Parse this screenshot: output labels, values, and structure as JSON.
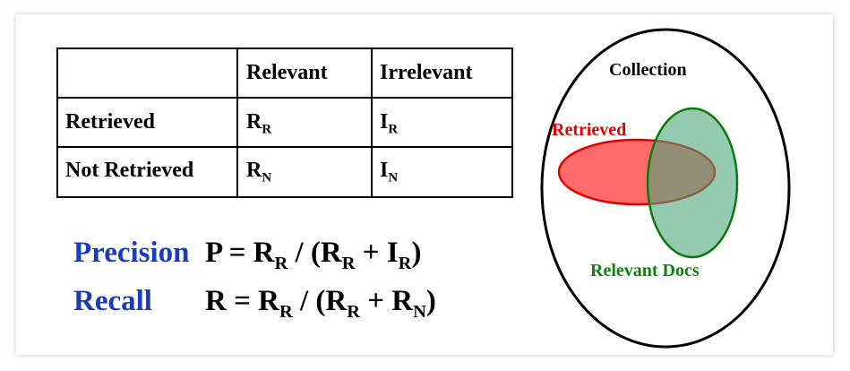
{
  "table": {
    "header": [
      "",
      "Relevant",
      "Irrelevant"
    ],
    "rows": [
      {
        "label": "Retrieved",
        "relevant": {
          "main": "R",
          "sub": "R"
        },
        "irrelevant": {
          "main": "I",
          "sub": "R"
        }
      },
      {
        "label": "Not Retrieved",
        "relevant": {
          "main": "R",
          "sub": "N"
        },
        "irrelevant": {
          "main": "I",
          "sub": "N"
        }
      }
    ]
  },
  "formulas": {
    "precision": {
      "label": "Precision",
      "lhs": "P = R",
      "p1": " / (R",
      "p2": " + I",
      "close": ")",
      "sub1": "R",
      "sub2": "R",
      "sub3": "R"
    },
    "recall": {
      "label": "Recall",
      "lhs": "R = R",
      "p1": " / (R",
      "p2": " + R",
      "close": ")",
      "sub1": "R",
      "sub2": "R",
      "sub3": "N"
    }
  },
  "venn": {
    "collection_label": "Collection",
    "retrieved_label": "Retrieved",
    "relevant_label": "Relevant Docs",
    "colors": {
      "retrieved_fill": "#ff6b6b",
      "retrieved_stroke": "#e60000",
      "retrieved_text": "#e60000",
      "relevant_fill": "#4ca77a",
      "relevant_stroke": "#0a7a0a",
      "relevant_text": "#108010",
      "accent_blue": "#1a3bbf"
    }
  }
}
